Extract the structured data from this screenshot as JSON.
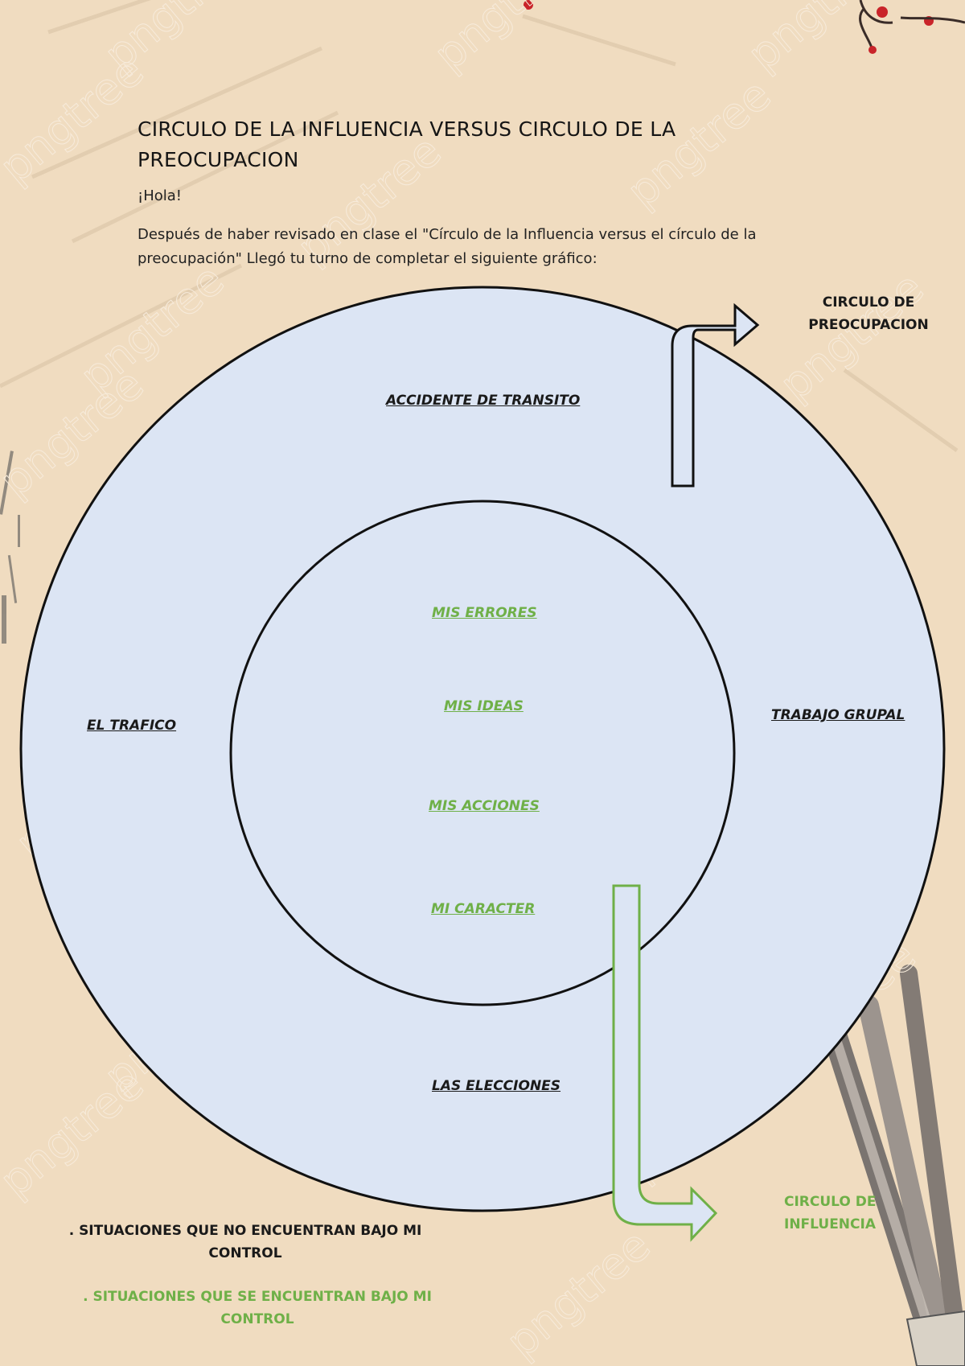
{
  "document": {
    "title": "CIRCULO DE LA INFLUENCIA VERSUS CIRCULO DE LA PREOCUPACION",
    "greeting": "¡Hola!",
    "intro": "Después de haber revisado en clase el \"Círculo de la Influencia versus el círculo de la preocupación\" Llegó tu turno de completar el siguiente gráfico:"
  },
  "diagram": {
    "outer_circle": {
      "items": [
        "ACCIDENTE DE TRANSITO",
        "EL TRAFICO",
        "TRABAJO GRUPAL",
        "LAS ELECCIONES"
      ],
      "pointer_label": [
        "CIRCULO DE",
        "PREOCUPACION"
      ]
    },
    "inner_circle": {
      "items": [
        "MIS ERRORES",
        "MIS IDEAS",
        "MIS ACCIONES",
        "MI CARACTER"
      ],
      "pointer_label": [
        "CIRCULO DE",
        "INFLUENCIA"
      ]
    },
    "colors": {
      "circle_fill": "#dce5f4",
      "outline": "#111111",
      "influence_green": "#6fb048",
      "background": "#f0dcc0"
    }
  },
  "legend": {
    "concern": ". SITUACIONES QUE NO ENCUENTRAN BAJO MI CONTROL",
    "influence": ". SITUACIONES QUE SE ENCUENTRAN BAJO MI CONTROL"
  },
  "watermark": "pngtree"
}
